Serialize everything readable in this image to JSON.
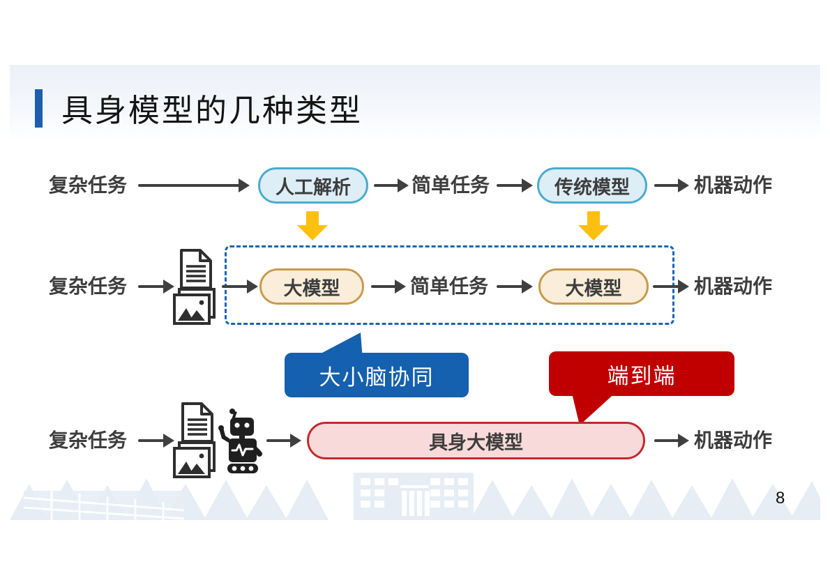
{
  "slide": {
    "title": "具身模型的几种类型",
    "page_number": "8"
  },
  "flow_row_top": {
    "input": "复杂任务",
    "stage1": "人工解析",
    "intermediate": "简单任务",
    "stage2": "传统模型",
    "output": "机器动作"
  },
  "flow_row_middle": {
    "input": "复杂任务",
    "stage1": "大模型",
    "intermediate": "简单任务",
    "stage2": "大模型",
    "output": "机器动作"
  },
  "flow_row_bottom": {
    "input": "复杂任务",
    "stage1": "具身大模型",
    "output": "机器动作"
  },
  "callouts": {
    "brain_collaboration": "大小脑协同",
    "end_to_end": "端到端"
  },
  "icons": {
    "document": "document-icon",
    "image": "image-icon",
    "robot": "robot-icon",
    "down_block_arrow": "down-arrow-icon",
    "flow_arrow": "flow-arrow-icon"
  },
  "colors": {
    "title_accent": "#1d5fae",
    "light_blue_node_fill": "#ddeef7",
    "light_blue_node_border": "#4aabcf",
    "tan_node_fill": "#faeeda",
    "tan_node_border": "#c9994e",
    "pink_node_fill": "#f9dada",
    "pink_node_border": "#c22a2e",
    "yellow_arrow": "#fec00f",
    "dashed_box_border": "#1a64b4",
    "blue_callout": "#1560af",
    "red_callout": "#c00000",
    "diagram_text": "#3d3d3d"
  }
}
